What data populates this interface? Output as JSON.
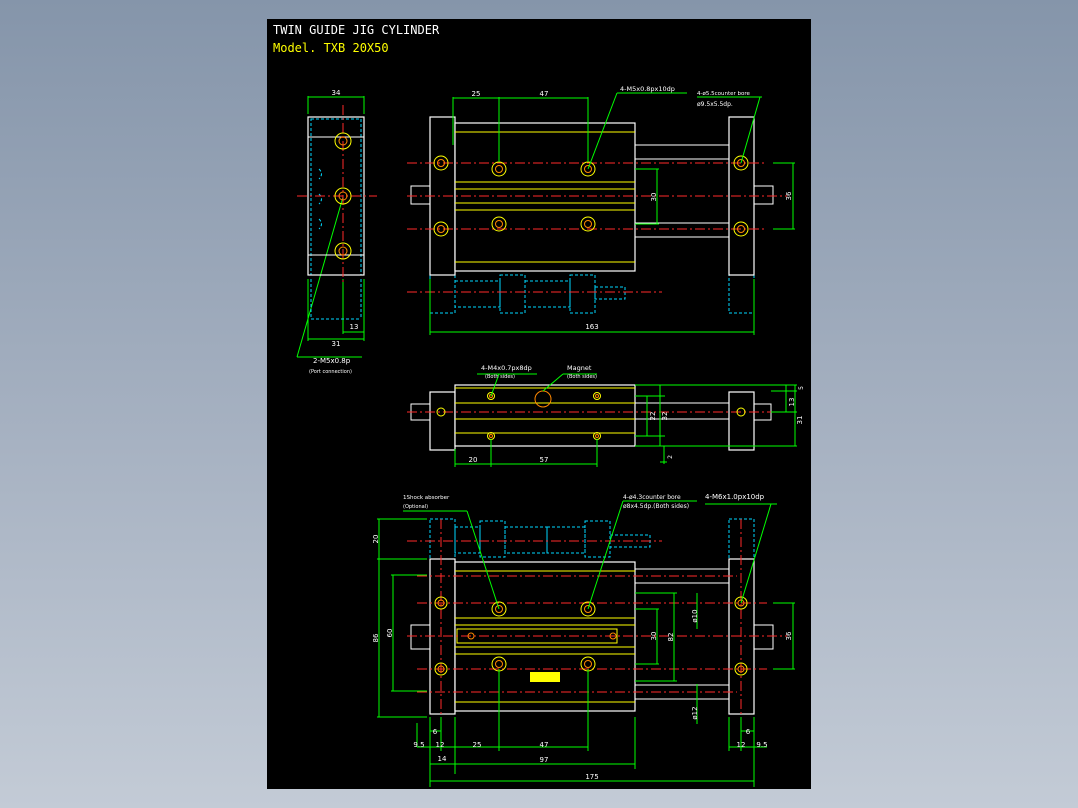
{
  "title": "TWIN GUIDE JIG CYLINDER",
  "model": "Model. TXB 20X50",
  "colors": {
    "background": "#000000",
    "outline": "#ffffff",
    "dimension": "#00ff00",
    "centerline": "#ff2a2a",
    "hidden": "#00d8ff",
    "inner": "#ffff00",
    "ports": "#ff8800"
  },
  "side_view": {
    "dims": {
      "width": "34",
      "port_offset": "13",
      "bottom": "31"
    },
    "callouts": {
      "ports": "2-M5x0.8p",
      "ports_note": "(Port connection)"
    }
  },
  "top_view": {
    "dims": {
      "a": "25",
      "b": "47",
      "h1": "30",
      "h2": "36",
      "total": "163"
    },
    "callouts": {
      "tap": "4-M5x0.8px10dp",
      "cbore1": "4-ø5.5counter bore",
      "cbore2": "ø9.5x5.5dp."
    }
  },
  "middle_view": {
    "dims": {
      "left": "20",
      "pitch": "57",
      "v22": "22",
      "v32": "32",
      "v13": "13",
      "v5": "5",
      "v31": "31",
      "v2": "2"
    },
    "callouts": {
      "tap": "4-M4x0.7px8dp",
      "tap_note": "(Both sides)",
      "magnet": "Magnet",
      "magnet_note": "(Both sides)"
    }
  },
  "front_view": {
    "dims": {
      "d20": "20",
      "d86": "86",
      "d60": "60",
      "d30": "30",
      "d82": "82",
      "phi10": "ø10",
      "phi12": "ø12",
      "d36": "36",
      "d6l": "6",
      "d6r": "6",
      "d95l": "9.5",
      "d12l": "12",
      "d25": "25",
      "d47": "47",
      "d12r": "12",
      "d95r": "9.5",
      "d14": "14",
      "d97": "97",
      "d175": "175"
    },
    "callouts": {
      "shock": "1Shock absorber",
      "shock_note": "(Optional)",
      "cbore1": "4-ø4.3counter bore",
      "cbore2": "ø8x4.5dp.(Both sides)",
      "tap": "4-M6x1.0px10dp"
    }
  }
}
